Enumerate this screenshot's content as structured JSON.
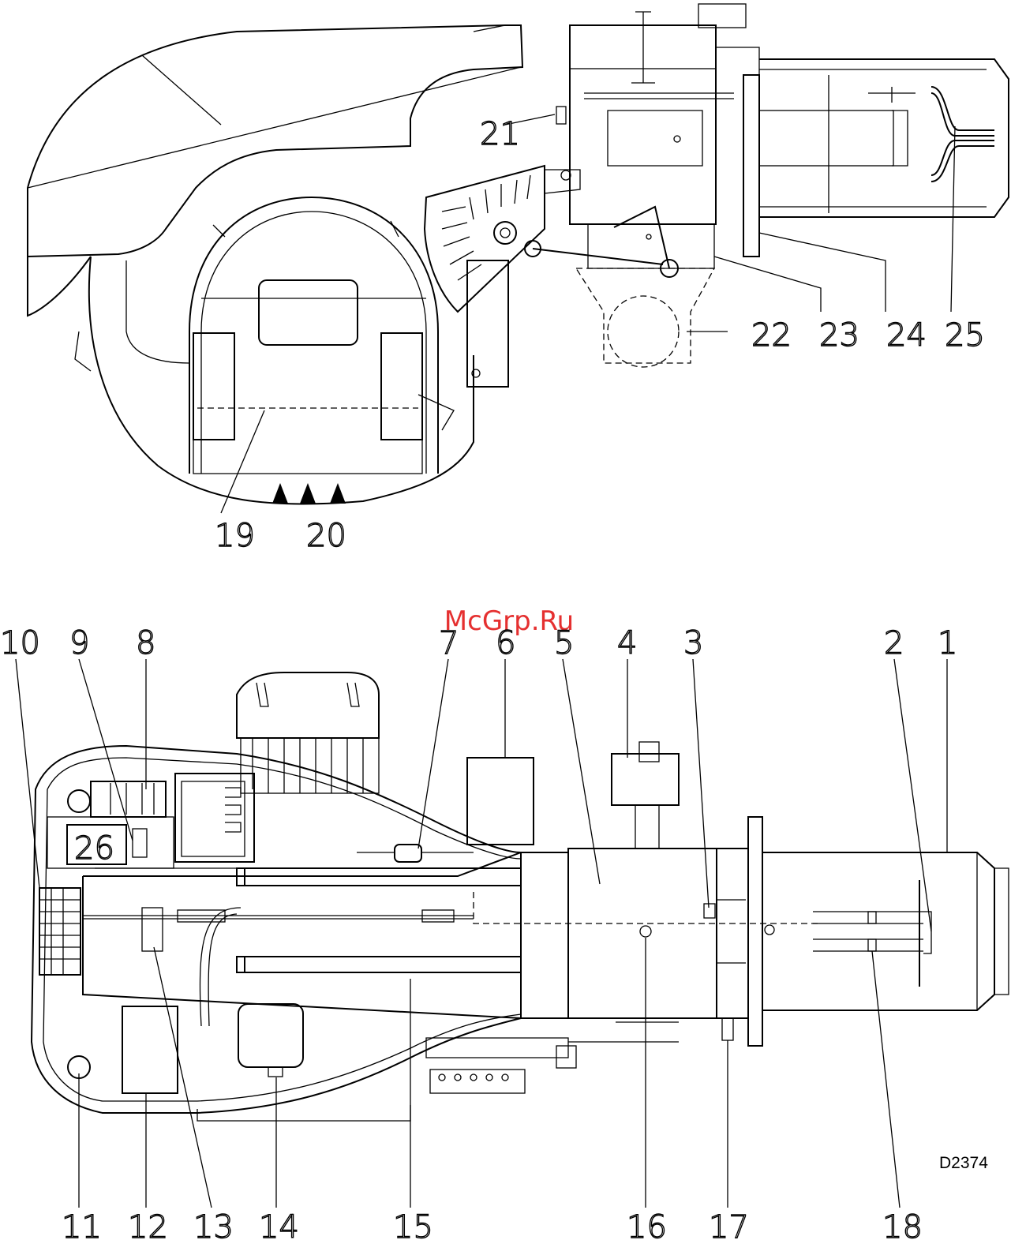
{
  "watermark": "McGrp.Ru",
  "drawing_code": "D2374",
  "top_view": {
    "labels": [
      "19",
      "20",
      "21",
      "22",
      "23",
      "24",
      "25"
    ],
    "flow_arrows": 3
  },
  "bottom_view": {
    "labels_top": [
      "10",
      "9",
      "8",
      "7",
      "6",
      "5",
      "4",
      "3",
      "2",
      "1"
    ],
    "labels_bottom": [
      "11",
      "12",
      "13",
      "14",
      "15",
      "16",
      "17",
      "18"
    ],
    "inset_label": "26"
  }
}
